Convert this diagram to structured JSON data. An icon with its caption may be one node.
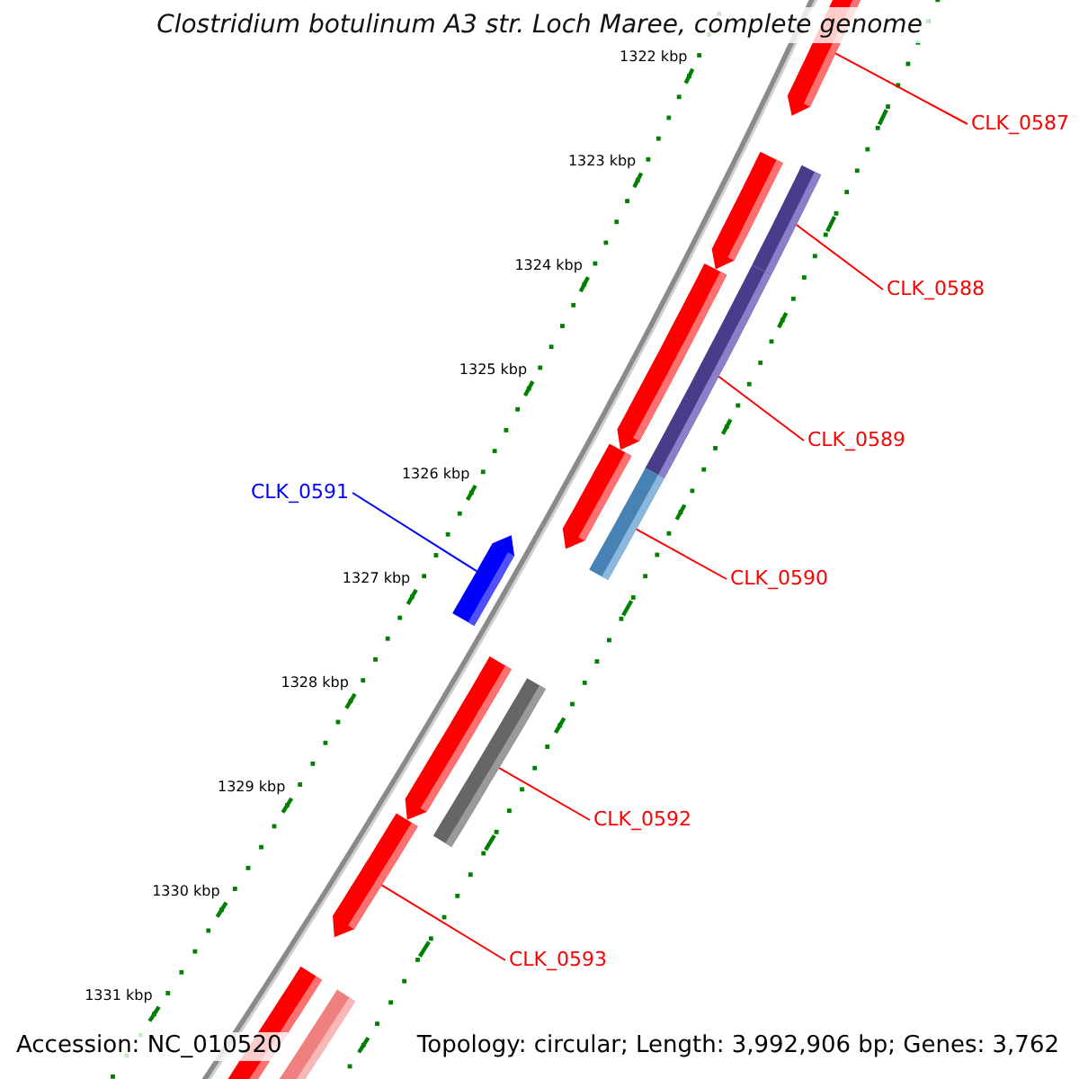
{
  "diagram": {
    "title": "Clostridium botulinum A3 str. Loch Maree, complete genome",
    "nodes": [
      {
        "text": [
          "CLK_0587"
        ]
      },
      {
        "text": [
          "CLK_0588"
        ]
      },
      {
        "text": [
          "CLK_0589"
        ]
      },
      {
        "text": [
          "CLK_0591"
        ]
      },
      {
        "text": [
          "CLK_0590"
        ]
      },
      {
        "text": [
          "CLK_0592"
        ]
      },
      {
        "text": [
          "CLK_0593"
        ]
      },
      {
        "text": [],
        "shape": "bar"
      },
      {
        "text": [],
        "shape": "bar"
      },
      {
        "text": [],
        "shape": "bar"
      },
      {
        "text": [],
        "shape": "bar"
      },
      {
        "text": [],
        "shape": "bar"
      },
      {
        "text": [],
        "shape": "bar"
      },
      {
        "text": [],
        "shape": "bar"
      }
    ],
    "edges": [
      {
        "from": 0,
        "to": 7,
        "arrow": "none"
      },
      {
        "from": 1,
        "to": 8,
        "arrow": "none"
      },
      {
        "from": 2,
        "to": 9,
        "arrow": "none"
      },
      {
        "from": 3,
        "to": 11,
        "arrow": "none",
        "color": "#0000ff"
      },
      {
        "from": 4,
        "to": 10,
        "arrow": "none"
      },
      {
        "from": 5,
        "to": 12,
        "arrow": "none"
      },
      {
        "from": 6,
        "to": 13,
        "arrow": "none"
      }
    ],
    "labels": [
      "1322 kbp",
      "1323 kbp",
      "1324 kbp",
      "1325 kbp",
      "1326 kbp",
      "1327 kbp",
      "1328 kbp",
      "1329 kbp",
      "1330 kbp",
      "1331 kbp",
      "Accession: NC_010520",
      "Topology: circular; Length: 3,992,906 bp; Genes: 3,762"
    ]
  }
}
